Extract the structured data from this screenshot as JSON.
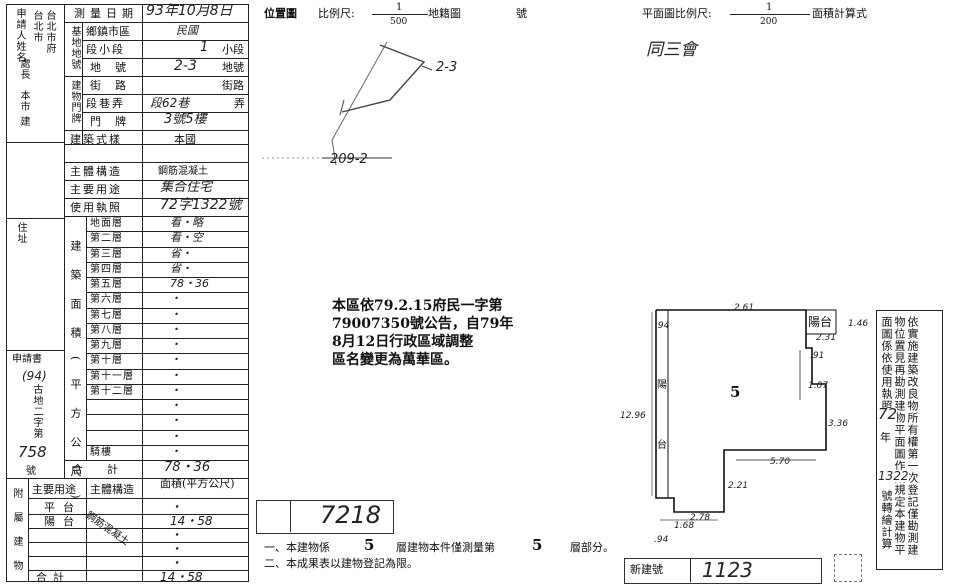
{
  "applicant": {
    "title": "申請人姓名",
    "lines": [
      "台北市",
      "台北市府",
      "處長",
      "本市",
      "建"
    ],
    "addr_label": "住址",
    "reg_label": "申請書",
    "reg_no": "(94)",
    "reg_tail": [
      "古",
      "地",
      "二",
      "字",
      "第"
    ],
    "reg_number": "758",
    "reg_end": "號"
  },
  "survey": {
    "date_label": "測量日期",
    "date_value": "93年10月8日",
    "location": {
      "group_label": "基地地號",
      "district_label": "鄉鎮市區",
      "district_value": "民國",
      "section_label": "段小段",
      "section_value": "1",
      "section_suffix": "小段",
      "lot_label": "地號",
      "lot_value": "2-3",
      "lot_suffix": "地號"
    },
    "address": {
      "group_label": "建物門牌",
      "street_label": "街路",
      "street_suffix": "街路",
      "lane_label": "段巷弄",
      "lane_value": "段62巷",
      "lane_suffix": "弄",
      "number_label": "門牌",
      "number_value": "3號5樓"
    },
    "style_label": "建築式樣",
    "style_value": "本國",
    "structure_label": "主體構造",
    "structure_value": "鋼筋混凝土",
    "use_label": "主要用途",
    "use_value": "集合住宅",
    "permit_label": "使用執照",
    "permit_value": "72字1322號"
  },
  "floors": {
    "group_label": "建築面積(平方公尺)",
    "rows": [
      {
        "label": "地面層",
        "value": "看・略"
      },
      {
        "label": "第二層",
        "value": "看・空"
      },
      {
        "label": "第三層",
        "value": "省・"
      },
      {
        "label": "第四層",
        "value": "省・"
      },
      {
        "label": "第五層",
        "value": "78・36"
      },
      {
        "label": "第六層",
        "value": "・"
      },
      {
        "label": "第七層",
        "value": "・"
      },
      {
        "label": "第八層",
        "value": "・"
      },
      {
        "label": "第九層",
        "value": "・"
      },
      {
        "label": "第十層",
        "value": "・"
      },
      {
        "label": "第十一層",
        "value": "・"
      },
      {
        "label": "第十二層",
        "value": "・"
      },
      {
        "label": "",
        "value": "・"
      },
      {
        "label": "",
        "value": "・"
      },
      {
        "label": "",
        "value": "・"
      },
      {
        "label": "騎樓",
        "value": "・"
      }
    ],
    "total_label": "合計",
    "total_value": "78・36"
  },
  "annex": {
    "side_label": "附屬建物",
    "h_use": "主要用途",
    "h_struct": "主體構造",
    "h_area": "面積(平方公尺)",
    "rows": [
      {
        "use": "平台",
        "area": "・"
      },
      {
        "use": "陽台",
        "area": "14・58"
      },
      {
        "use": "",
        "area": "・"
      },
      {
        "use": "",
        "area": "・"
      },
      {
        "use": "",
        "area": "・"
      }
    ],
    "struct_value": "鋼筋混凝土",
    "total_label": "合計",
    "total_value": "14・58"
  },
  "header": {
    "location_map": "位置圖",
    "scale_label": "比例尺:",
    "scale_top": "1",
    "scale_bottom": "500",
    "map_label": "地籍圖",
    "map_no": "號",
    "plan_scale_label": "平面圖比例尺:",
    "plan_top": "1",
    "plan_bottom": "200",
    "area_calc": "面積計算式"
  },
  "site_map": {
    "lot_a": "2-3",
    "lot_b": "209-2",
    "note": "同三會"
  },
  "notice": {
    "line1": "本區依79.2.15府民一字第",
    "line2": "79007350號公告，自79年",
    "line3": "8月12日行政區域調整",
    "line4": "區名變更為萬華區。"
  },
  "plan": {
    "floor_no": "5",
    "balcony": "陽台",
    "d_top": "2.61",
    "d_left": "12.96",
    "d_a": ".94",
    "d_b": "1.46",
    "d_c": "2.31",
    "d_d": ".91",
    "d_e": "1.07",
    "d_f": "3.36",
    "d_g": "5.70",
    "d_h": "2.21",
    "d_i": "2.78",
    "d_j": "1.68",
    "d_k": ".94",
    "room": "陽",
    "room2": "台"
  },
  "stamp_no": "7218",
  "notes": {
    "n1_a": "一、本建物係",
    "n1_val": "5",
    "n1_b": "層建物本件僅測量第",
    "n1_val2": "5",
    "n1_c": "層部分。",
    "n2": "二、本成果表以建物登記為限。"
  },
  "right_note": "依實施建築改良物所有權第一次登記僅勘測建物位置見再勘測建物平面圖作業規定本建物平面圖係依使用執照",
  "right_permit_a": "72",
  "right_permit_b": "年",
  "right_permit_c": "1322",
  "right_permit_d": "號轉繪計算",
  "bottom_label": "新建號",
  "bottom_value": "1123"
}
